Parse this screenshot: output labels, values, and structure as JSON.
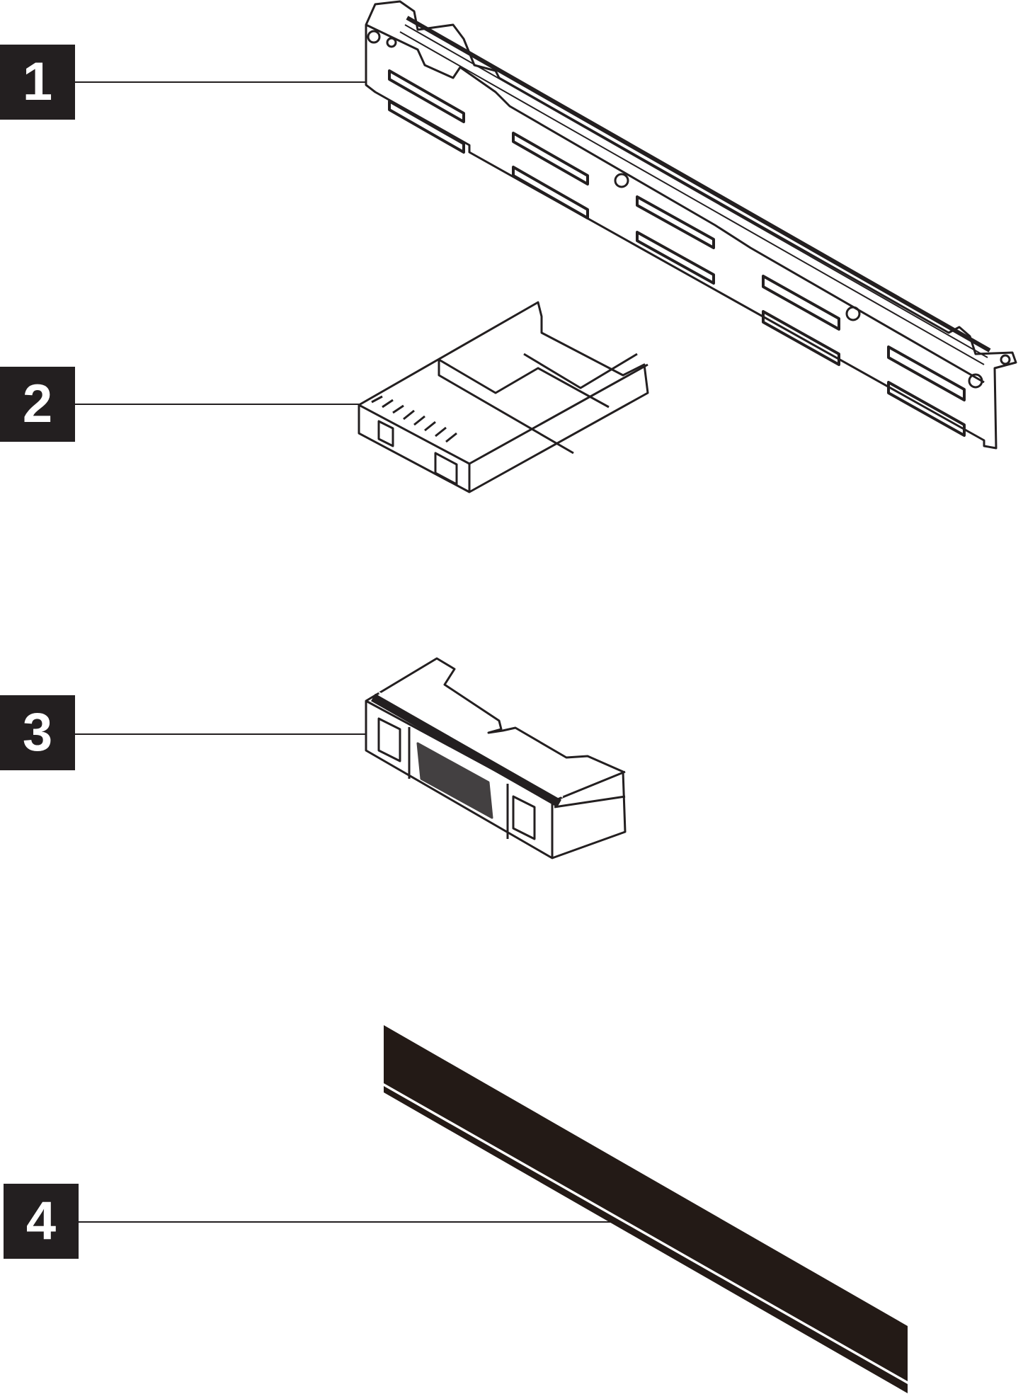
{
  "figure": {
    "type": "exploded-parts-illustration",
    "background": "#ffffff",
    "ink_color": "#231f20",
    "stripe_color": "#231a16"
  },
  "callouts": [
    {
      "label": "1",
      "part": "drive-backplane"
    },
    {
      "label": "2",
      "part": "drive-tray"
    },
    {
      "label": "3",
      "part": "drive-bay-filler"
    },
    {
      "label": "4",
      "part": "cable"
    }
  ]
}
